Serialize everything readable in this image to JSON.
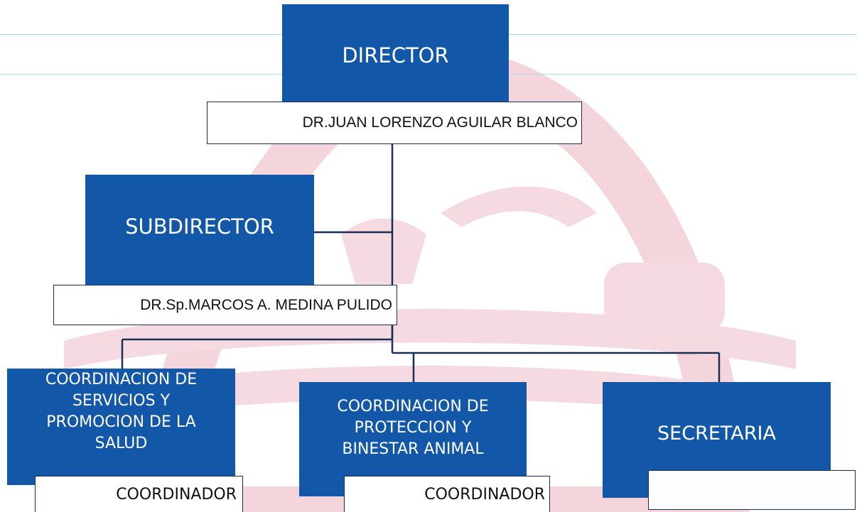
{
  "org_chart": {
    "director": {
      "title": "DIRECTOR",
      "name": "DR.JUAN LORENZO AGUILAR BLANCO"
    },
    "subdirector": {
      "title": "SUBDIRECTOR",
      "name": "DR.Sp.MARCOS A. MEDINA PULIDO"
    },
    "coord_salud": {
      "title_lines": [
        "COORDINACION DE",
        "SERVICIOS Y",
        "PROMOCION DE LA",
        "SALUD"
      ],
      "role": "COORDINADOR"
    },
    "coord_animal": {
      "title_lines": [
        "COORDINACION DE",
        "PROTECCION Y",
        "BINESTAR ANIMAL"
      ],
      "role": "COORDINADOR"
    },
    "secretaria": {
      "title": "SECRETARIA",
      "role": ""
    }
  },
  "colors": {
    "box_fill": "#1358a8",
    "watermark": "#e9b7c2",
    "line": "#1c2f52"
  }
}
